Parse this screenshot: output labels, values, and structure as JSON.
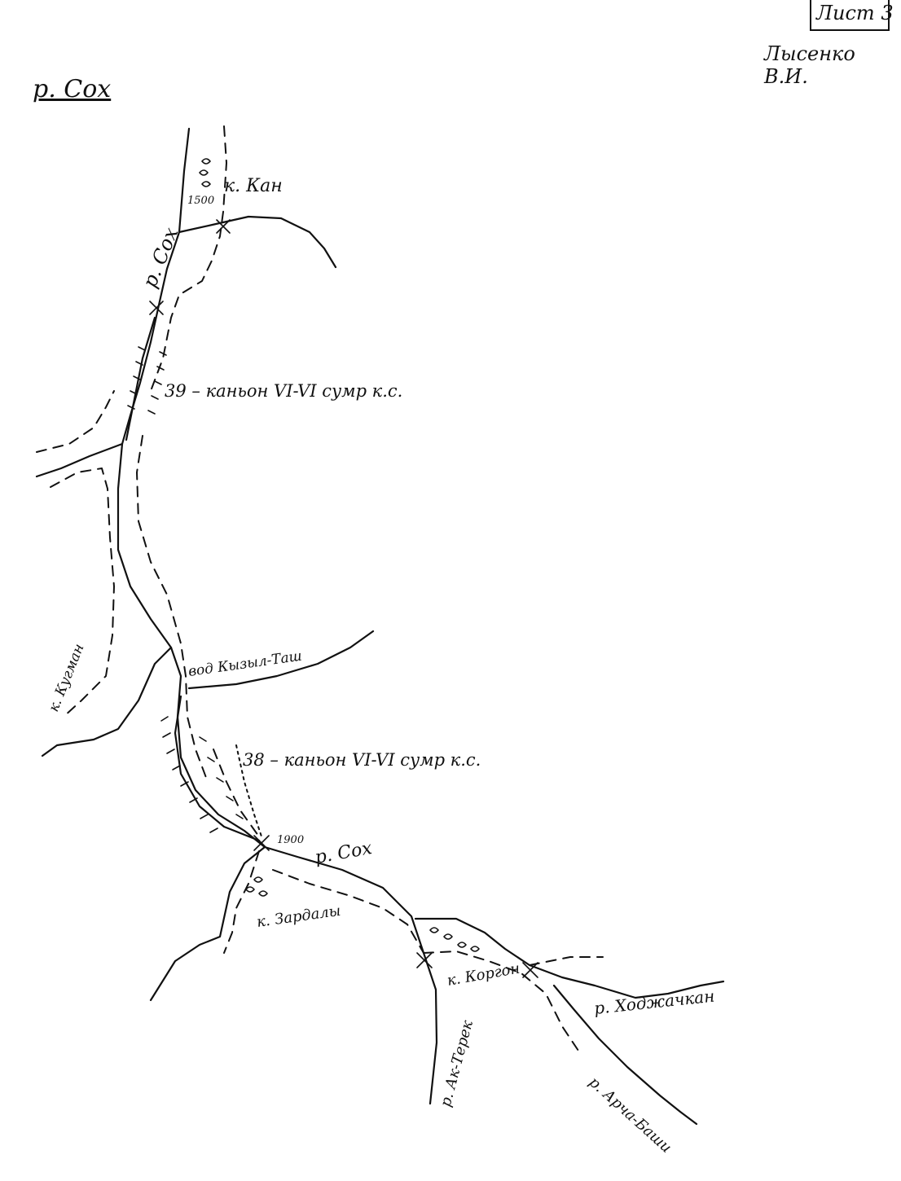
{
  "header": {
    "sheet_label": "Лист 3",
    "author": "Лысенко В.И."
  },
  "title": "р. Сох",
  "labels": {
    "sokh_upper": "р. Сох",
    "kan": "к. Кан",
    "alt_1500": "1500",
    "canyon_39": "39 – каньон VI-VI сумр к.с.",
    "kyzyl_tash": "вод Кызыл-Таш",
    "kugman": "к. Кугман",
    "canyon_38": "38 – каньон VI-VI сумр к.с.",
    "alt_1900": "1900",
    "sokh_lower": "р. Сох",
    "zardaly": "к. Зардалы",
    "korgon": "к. Коргон",
    "khodzhachkan": "р. Ходжачкан",
    "ak_terek": "р. Ак-Терек",
    "archa_bashi": "р. Арча-Баши"
  }
}
